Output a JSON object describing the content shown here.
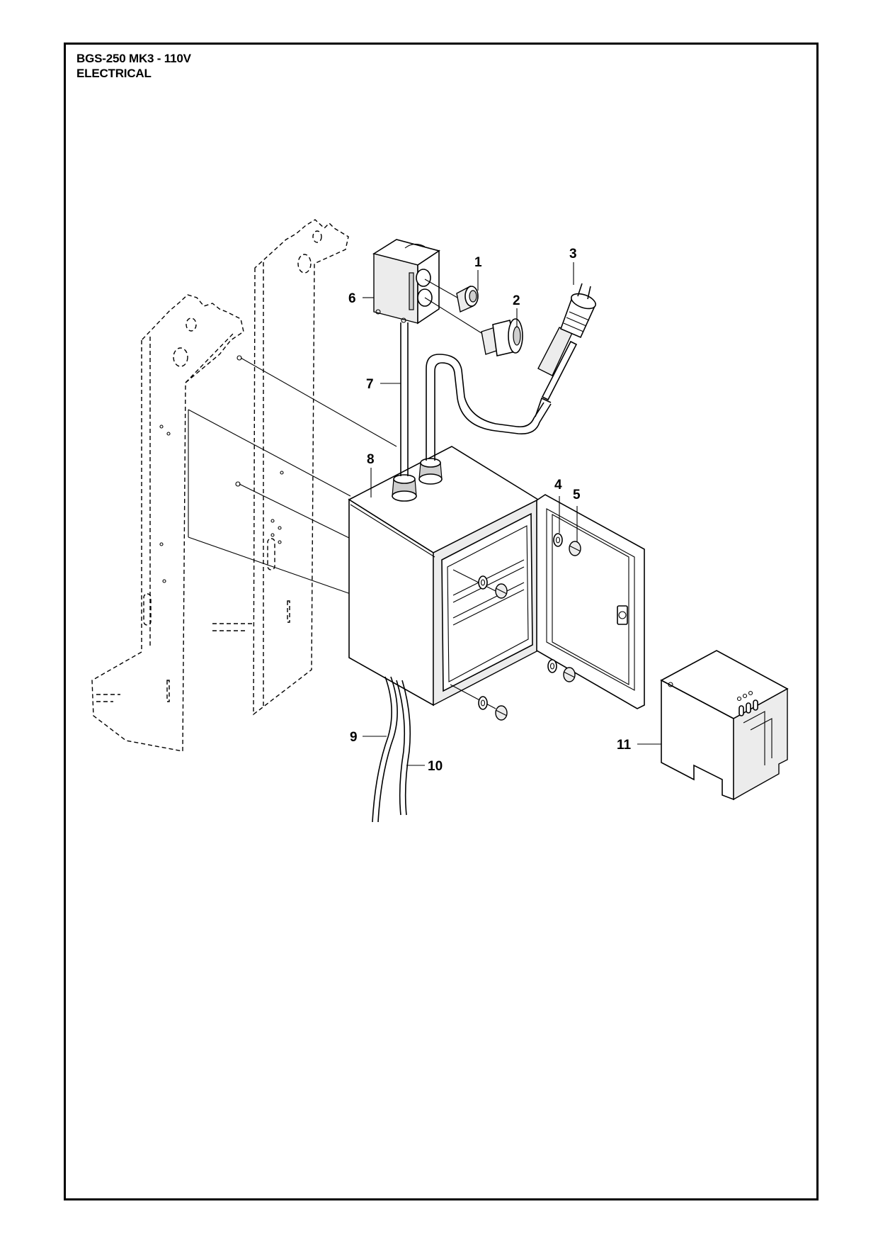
{
  "header": {
    "model_line": "BGS-250 MK3 - 110V",
    "section_line": "ELECTRICAL"
  },
  "callouts": {
    "c1": "1",
    "c2": "2",
    "c3": "3",
    "c4": "4",
    "c5": "5",
    "c6": "6",
    "c7": "7",
    "c8": "8",
    "c9": "9",
    "c10": "10",
    "c11": "11"
  }
}
